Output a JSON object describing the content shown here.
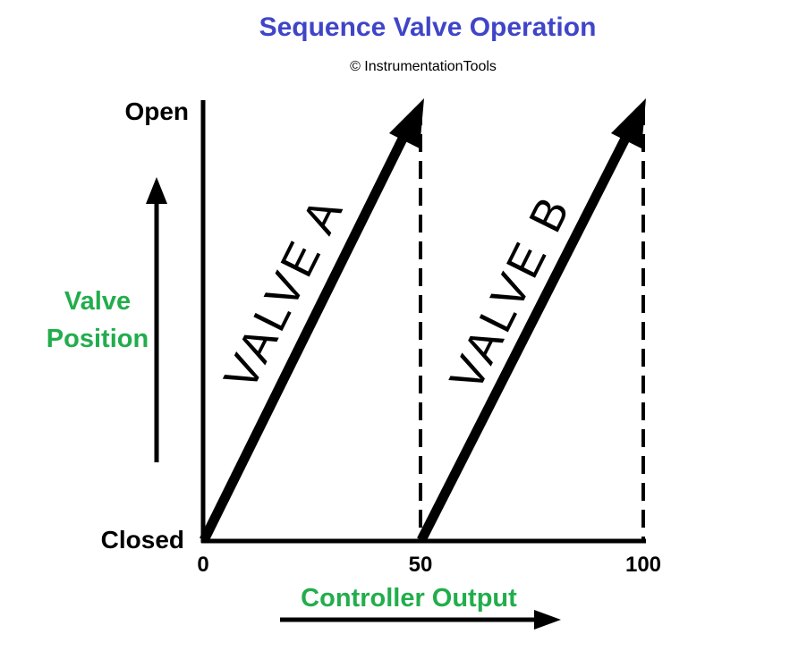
{
  "title": "Sequence Valve Operation",
  "copyright": "© InstrumentationTools",
  "colors": {
    "title": "#4045c8",
    "label": "#22ad4c",
    "line": "#000000",
    "text": "#000000"
  },
  "y_axis": {
    "top_label": "Open",
    "bottom_label": "Closed",
    "title_line1": "Valve",
    "title_line2": "Position"
  },
  "x_axis": {
    "title": "Controller Output",
    "ticks": [
      "0",
      "50",
      "100"
    ]
  },
  "valves": [
    {
      "name": "VALVE A",
      "from_output": 0,
      "to_output": 50,
      "position_start": "Closed",
      "position_end": "Open"
    },
    {
      "name": "VALVE B",
      "from_output": 50,
      "to_output": 100,
      "position_start": "Closed",
      "position_end": "Open"
    }
  ]
}
